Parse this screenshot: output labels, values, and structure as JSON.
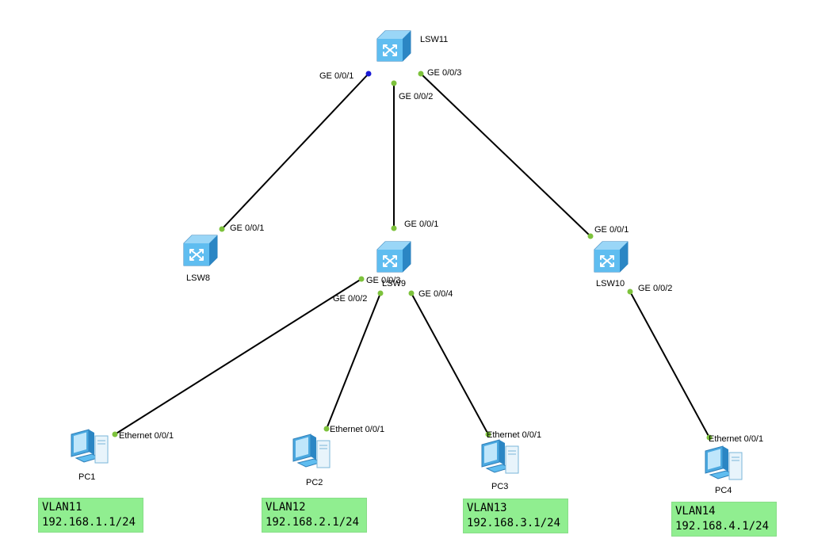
{
  "colors": {
    "link": "#000000",
    "port_up": "#7dc23c",
    "port_selected": "#1a1ad6",
    "switch_body": "#5ab4e8",
    "vlan_bg": "#90ee90"
  },
  "switches": {
    "lsw11": {
      "name": "LSW11",
      "icon": "switch-icon"
    },
    "lsw8": {
      "name": "LSW8",
      "icon": "switch-icon"
    },
    "lsw9": {
      "name": "LSW9",
      "icon": "switch-icon"
    },
    "lsw10": {
      "name": "LSW10",
      "icon": "switch-icon"
    }
  },
  "pcs": {
    "pc1": {
      "name": "PC1",
      "icon": "pc-icon"
    },
    "pc2": {
      "name": "PC2",
      "icon": "pc-icon"
    },
    "pc3": {
      "name": "PC3",
      "icon": "pc-icon"
    },
    "pc4": {
      "name": "PC4",
      "icon": "pc-icon"
    }
  },
  "ports": {
    "lsw11_ge001": "GE 0/0/1",
    "lsw11_ge002": "GE 0/0/2",
    "lsw11_ge003": "GE 0/0/3",
    "lsw8_ge001": "GE 0/0/1",
    "lsw9_ge001": "GE 0/0/1",
    "lsw9_ge002": "GE 0/0/2",
    "lsw9_ge003": "GE 0/0/3",
    "lsw9_ge004": "GE 0/0/4",
    "lsw10_ge001": "GE 0/0/1",
    "lsw10_ge002": "GE 0/0/2",
    "pc1_eth": "Ethernet 0/0/1",
    "pc2_eth": "Ethernet 0/0/1",
    "pc3_eth": "Ethernet 0/0/1",
    "pc4_eth": "Ethernet 0/0/1"
  },
  "vlans": {
    "pc1": {
      "vlan": "VLAN11",
      "ip": "192.168.1.1/24"
    },
    "pc2": {
      "vlan": "VLAN12",
      "ip": "192.168.2.1/24"
    },
    "pc3": {
      "vlan": "VLAN13",
      "ip": "192.168.3.1/24"
    },
    "pc4": {
      "vlan": "VLAN14",
      "ip": "192.168.4.1/24"
    }
  }
}
